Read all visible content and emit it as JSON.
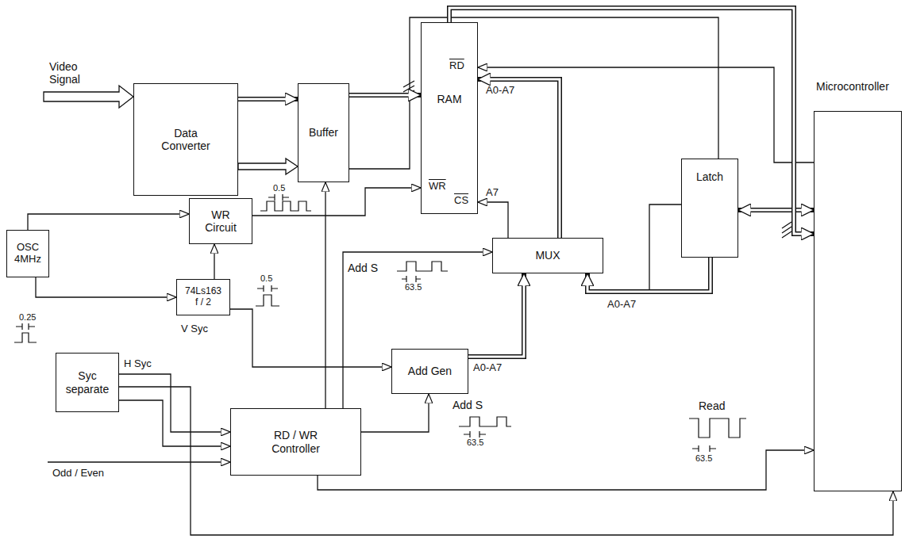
{
  "diagram": {
    "nodes": [
      {
        "text": [
          "Data Converter"
        ]
      },
      {
        "text": [
          "Buffer"
        ]
      },
      {
        "text": [
          "RAM"
        ]
      },
      {
        "text": [
          "Microcontroller"
        ]
      },
      {
        "text": [
          "Latch"
        ]
      },
      {
        "text": [
          "OSC 4MHz"
        ]
      },
      {
        "text": [
          "WR Circuit"
        ]
      },
      {
        "text": [
          "MUX"
        ]
      },
      {
        "text": [
          "74Ls163 f / 2"
        ]
      },
      {
        "text": [
          "Syc separate"
        ]
      },
      {
        "text": [
          "Add Gen"
        ]
      },
      {
        "text": [
          "RD / WR Controller"
        ]
      }
    ],
    "edges": [
      {
        "from": 0,
        "to": 1,
        "arrow": "to"
      },
      {
        "from": 1,
        "to": 2,
        "arrow": "to"
      },
      {
        "from": 5,
        "to": 6,
        "arrow": "to"
      },
      {
        "from": 5,
        "to": 8,
        "arrow": "to"
      },
      {
        "from": 8,
        "to": 6,
        "arrow": "to"
      },
      {
        "from": 6,
        "to": 2,
        "arrow": "to"
      },
      {
        "from": 11,
        "to": 1,
        "arrow": "to"
      },
      {
        "from": 11,
        "to": 7,
        "arrow": "to"
      },
      {
        "from": 11,
        "to": 10,
        "arrow": "to"
      },
      {
        "from": 8,
        "to": 10,
        "arrow": "to"
      },
      {
        "from": 10,
        "to": 7,
        "arrow": "to"
      },
      {
        "from": 7,
        "to": 2,
        "arrow": "to"
      },
      {
        "from": 7,
        "to": 2,
        "arrow": "to"
      },
      {
        "from": 4,
        "to": 7,
        "arrow": "to"
      },
      {
        "from": 4,
        "to": 3,
        "arrow": "both"
      },
      {
        "from": 3,
        "to": 2,
        "arrow": "to"
      },
      {
        "from": 2,
        "to": 3,
        "arrow": "to"
      },
      {
        "from": 11,
        "to": 3,
        "arrow": "to"
      },
      {
        "from": 9,
        "to": 3,
        "arrow": "to"
      },
      {
        "from": 9,
        "to": 11,
        "arrow": "to"
      },
      {
        "from": 9,
        "to": 11,
        "arrow": "to"
      }
    ],
    "labels": [
      "Video Signal",
      "0.5",
      "0.25",
      "0.5",
      "Add S",
      "63.5",
      "Add S",
      "63.5",
      "Read",
      "63.5",
      "A0-A7",
      "A7",
      "A0-A7",
      "A0-A7",
      "V Syc",
      "H Syc",
      "Odd / Even",
      "RD",
      "WR",
      "CS"
    ]
  }
}
